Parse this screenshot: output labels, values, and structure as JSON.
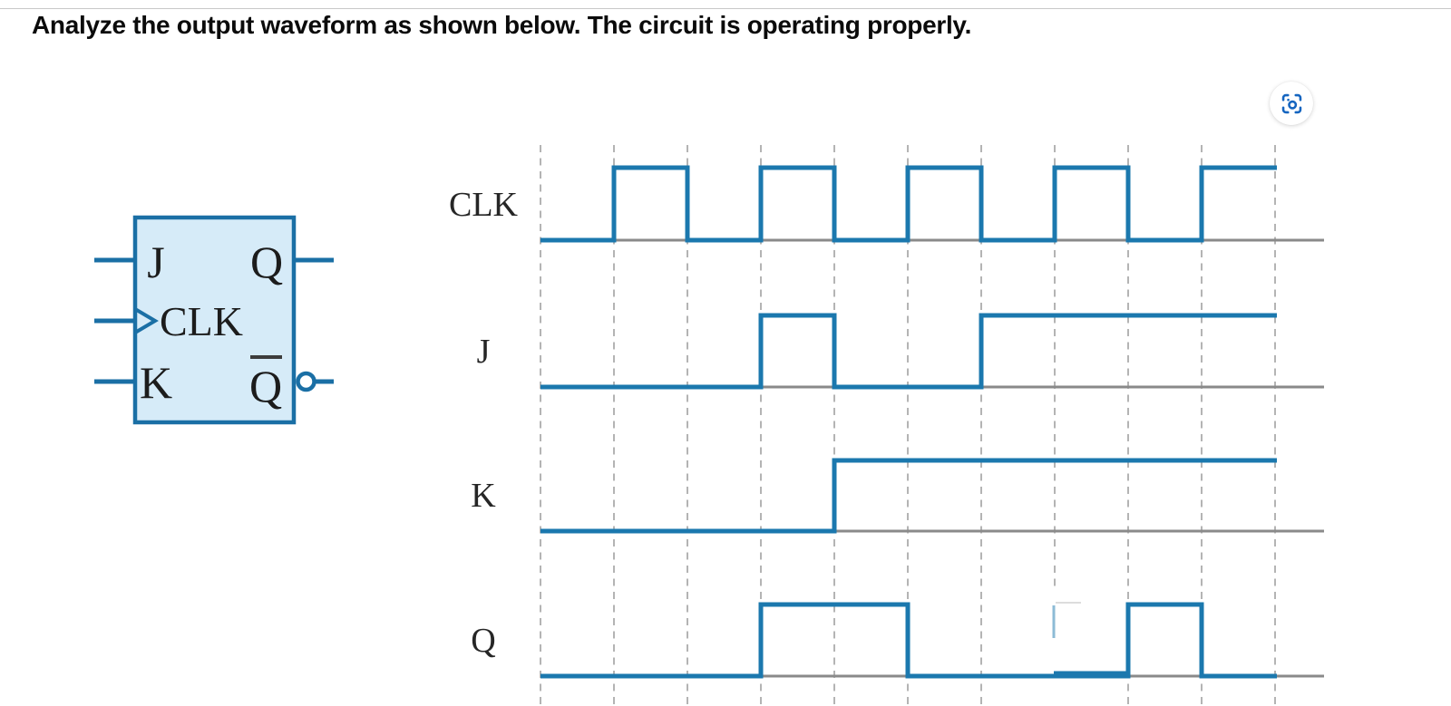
{
  "page": {
    "title": "Analyze the output waveform as shown below. The circuit is operating properly."
  },
  "icons": {
    "capture": "screen-capture-icon"
  },
  "flipflop": {
    "type": "JK flip-flop",
    "j": "J",
    "clk": "CLK",
    "k": "K",
    "q": "Q",
    "q_bar": "Q",
    "q_bar_has_overbar": true,
    "clk_edge_triggered": true,
    "q_bar_inverted_bubble": true
  },
  "chart_data": {
    "type": "timing-diagram",
    "time_units": 10,
    "x_gridlines": 11,
    "grid_style": "dashed",
    "series": [
      {
        "name": "CLK",
        "levels": [
          0,
          1,
          0,
          1,
          0,
          1,
          0,
          1,
          0,
          1
        ]
      },
      {
        "name": "J",
        "levels": [
          0,
          0,
          0,
          1,
          0,
          0,
          1,
          1,
          1,
          1
        ]
      },
      {
        "name": "K",
        "levels": [
          0,
          0,
          0,
          0,
          1,
          1,
          1,
          1,
          1,
          1
        ]
      },
      {
        "name": "Q",
        "levels": [
          0,
          0,
          0,
          1,
          1,
          0,
          0,
          0,
          1,
          0
        ]
      }
    ],
    "colors": {
      "waveform": "#1b78ae",
      "baseline": "#8a8a8a",
      "grid": "#b4b4b4",
      "box_fill": "#d6ebf8",
      "box_border": "#1a6fa5",
      "icon_blue": "#1565c0"
    },
    "notes": "Faint erased ghost pulse edge visible on Q trace at time unit 7"
  }
}
